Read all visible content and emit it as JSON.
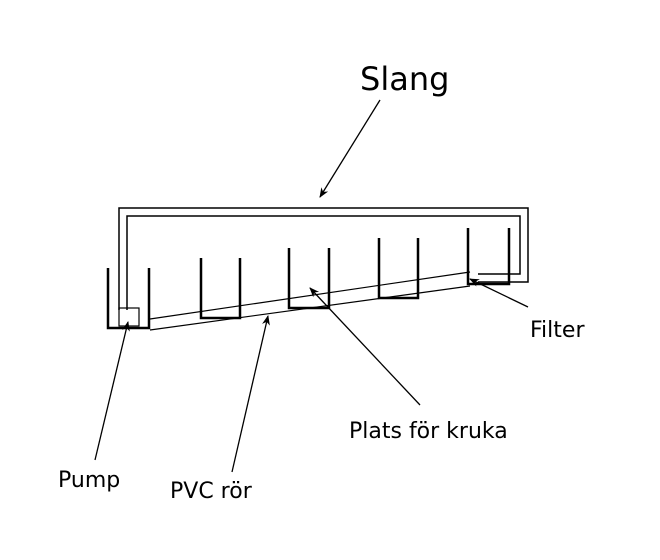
{
  "labels": {
    "slang": "Slang",
    "filter": "Filter",
    "plats": "Plats för kruka",
    "pump": "Pump",
    "pvc": "PVC rör"
  },
  "colors": {
    "stroke": "#000000",
    "background": "#ffffff"
  }
}
